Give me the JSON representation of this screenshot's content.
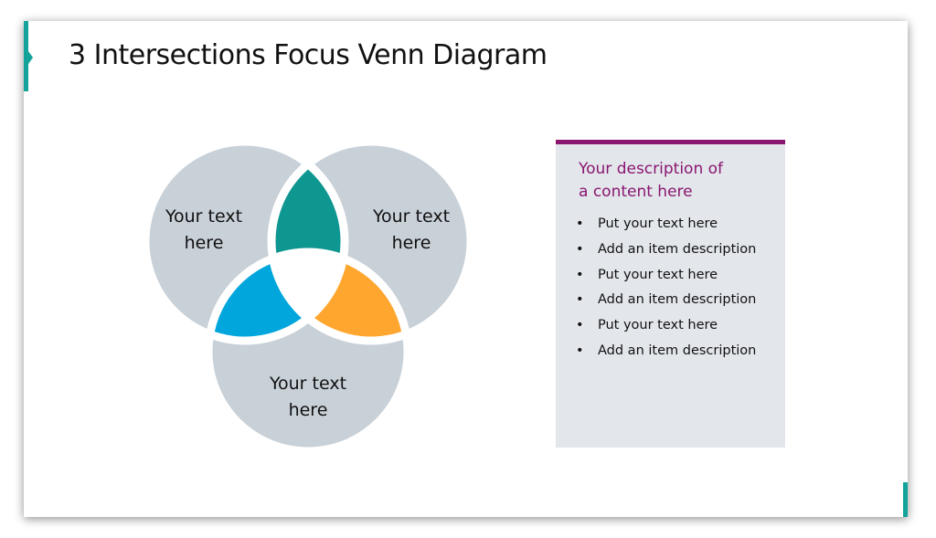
{
  "slide": {
    "title": "3 Intersections Focus Venn Diagram",
    "accent_color": "#13A39B"
  },
  "venn": {
    "circles": [
      {
        "id": "left",
        "label_line1": "Your text",
        "label_line2": "here",
        "color": "#C8D0D8"
      },
      {
        "id": "right",
        "label_line1": "Your text",
        "label_line2": "here",
        "color": "#C8D0D8"
      },
      {
        "id": "bottom",
        "label_line1": "Your text",
        "label_line2": "here",
        "color": "#C8D0D8"
      }
    ],
    "intersections": [
      {
        "id": "left-right",
        "color": "#0E9690"
      },
      {
        "id": "left-bottom",
        "color": "#00A6DC"
      },
      {
        "id": "right-bottom",
        "color": "#FFA62F"
      },
      {
        "id": "center",
        "color": "#FFFFFF"
      }
    ]
  },
  "panel": {
    "title_line1": "Your description of",
    "title_line2": "a content here",
    "title_color": "#8A1670",
    "bullet": "•",
    "items": [
      "Put your text here",
      "Add an item description",
      "Put your text here",
      "Add an item description",
      "Put your text here",
      "Add an item description"
    ]
  }
}
